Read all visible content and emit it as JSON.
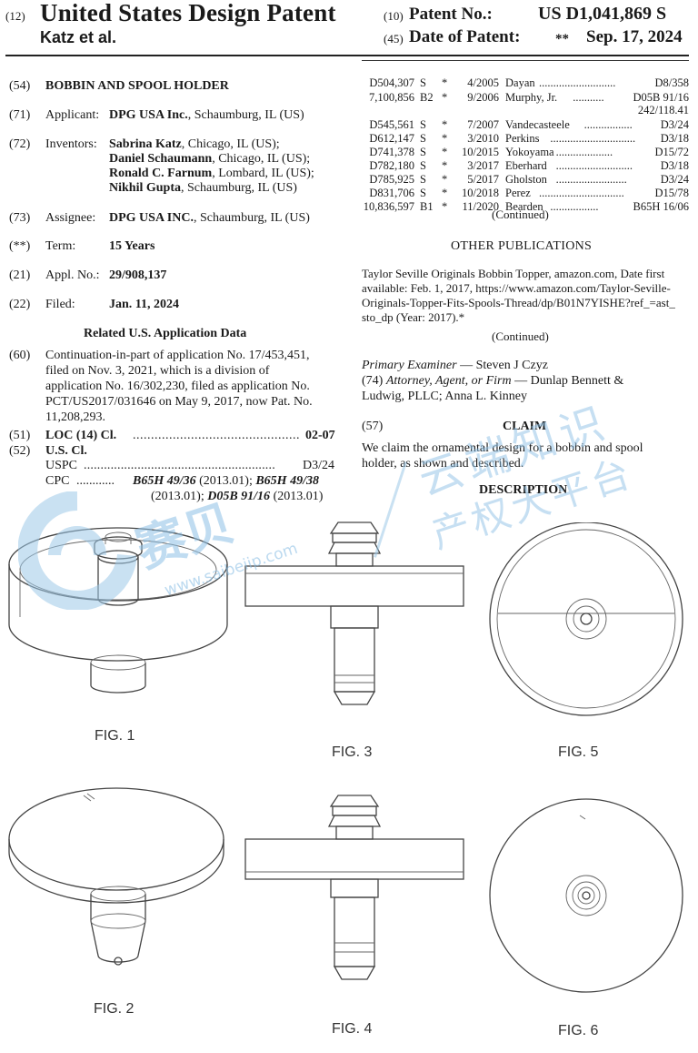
{
  "header": {
    "code12": "(12)",
    "title": "United States Design Patent",
    "code10": "(10)",
    "patent_no_label": "Patent No.:",
    "patent_no": "US D1,041,869 S",
    "inventors_short": "Katz et al.",
    "code45": "(45)",
    "date_label": "Date of Patent:",
    "date_mark": "**",
    "date": "Sep. 17, 2024"
  },
  "left": {
    "f54": {
      "code": "(54)",
      "text": "BOBBIN AND SPOOL HOLDER"
    },
    "f71": {
      "code": "(71)",
      "label": "Applicant:",
      "name": "DPG USA Inc.",
      "rest": ", Schaumburg, IL (US)"
    },
    "f72": {
      "code": "(72)",
      "label": "Inventors:",
      "lines": [
        {
          "name": "Sabrina Katz",
          "rest": ", Chicago, IL (US);"
        },
        {
          "name": "Daniel Schaumann",
          "rest": ", Chicago, IL (US);"
        },
        {
          "name": "Ronald C. Farnum",
          "rest": ", Lombard, IL (US);"
        },
        {
          "name": "Nikhil Gupta",
          "rest": ", Schaumburg, IL (US)"
        }
      ]
    },
    "f73": {
      "code": "(73)",
      "label": "Assignee:",
      "name": "DPG USA INC.",
      "rest": ", Schaumburg, IL (US)"
    },
    "fterm": {
      "code": "(**)",
      "label": "Term:",
      "value": "15 Years"
    },
    "f21": {
      "code": "(21)",
      "label": "Appl. No.:",
      "value": "29/908,137"
    },
    "f22": {
      "code": "(22)",
      "label": "Filed:",
      "value": "Jan. 11, 2024"
    },
    "related_title": "Related U.S. Application Data",
    "f60": {
      "code": "(60)",
      "lines": [
        "Continuation-in-part of application No. 17/453,451,",
        "filed on Nov. 3, 2021, which is a division of",
        "application No. 16/302,230, filed as application No.",
        "PCT/US2017/031646 on May 9, 2017, now Pat. No.",
        "11,208,293."
      ]
    },
    "f51": {
      "code": "(51)",
      "label": "LOC (14) Cl.",
      "dots": "..............................................",
      "value": "02-07"
    },
    "f52": {
      "code": "(52)",
      "label": "U.S. Cl.",
      "uspc_label": "USPC",
      "uspc_dots": ".........................................................",
      "uspc_value": "D3/24",
      "cpc_label": "CPC",
      "cpc_dots": "............",
      "cpc1": "B65H 49/36",
      "cpc1d": " (2013.01); ",
      "cpc2": "B65H 49/38",
      "cpc2d": "(2013.01); ",
      "cpc3": "D05B 91/16",
      "cpc3d": " (2013.01)"
    }
  },
  "refs": [
    {
      "num": "D504,307",
      "kind": "S",
      "star": "*",
      "date": "4/2005",
      "name": "Dayan",
      "dots": "...........................",
      "cls": "D8/358"
    },
    {
      "num": "7,100,856",
      "kind": "B2",
      "star": "*",
      "date": "9/2006",
      "name": "Murphy, Jr.",
      "dots": "...........",
      "cls": "D05B 91/16"
    },
    {
      "num": "",
      "kind": "",
      "star": "",
      "date": "",
      "name": "",
      "dots": "",
      "cls": "242/118.41"
    },
    {
      "num": "D545,561",
      "kind": "S",
      "star": "*",
      "date": "7/2007",
      "name": "Vandecasteele",
      "dots": ".................",
      "cls": "D3/24"
    },
    {
      "num": "D612,147",
      "kind": "S",
      "star": "*",
      "date": "3/2010",
      "name": "Perkins",
      "dots": "..............................",
      "cls": "D3/18"
    },
    {
      "num": "D741,378",
      "kind": "S",
      "star": "*",
      "date": "10/2015",
      "name": "Yokoyama",
      "dots": "....................",
      "cls": "D15/72"
    },
    {
      "num": "D782,180",
      "kind": "S",
      "star": "*",
      "date": "3/2017",
      "name": "Eberhard",
      "dots": "...........................",
      "cls": "D3/18"
    },
    {
      "num": "D785,925",
      "kind": "S",
      "star": "*",
      "date": "5/2017",
      "name": "Gholston",
      "dots": ".........................",
      "cls": "D3/24"
    },
    {
      "num": "D831,706",
      "kind": "S",
      "star": "*",
      "date": "10/2018",
      "name": "Perez",
      "dots": "..............................",
      "cls": "D15/78"
    },
    {
      "num": "10,836,597",
      "kind": "B1",
      "star": "*",
      "date": "11/2020",
      "name": "Bearden",
      "dots": ".................",
      "cls": "B65H 16/06"
    }
  ],
  "right": {
    "continued1": "(Continued)",
    "other_pub_title": "OTHER PUBLICATIONS",
    "pub_lines": [
      "Taylor Seville Originals Bobbin Topper, amazon.com, Date first",
      "available: Feb. 1, 2017, https://www.amazon.com/Taylor-Seville-",
      "Originals-Topper-Fits-Spools-Thread/dp/B01N7YISHE?ref_=ast_",
      "sto_dp (Year: 2017).*"
    ],
    "continued2": "(Continued)",
    "examiner_label": "Primary Examiner",
    "examiner": " — Steven J Czyz",
    "attorney_code": "(74) ",
    "attorney_label": "Attorney, Agent, or Firm",
    "attorney1": " — Dunlap Bennett &",
    "attorney2": "Ludwig, PLLC; Anna L. Kinney",
    "claim_code": "(57)",
    "claim_title": "CLAIM",
    "claim_lines": [
      "We claim the ornamental design for a bobbin and spool",
      "holder, as shown and described."
    ],
    "description_title": "DESCRIPTION"
  },
  "figures": {
    "fig1": "FIG. 1",
    "fig2": "FIG. 2",
    "fig3": "FIG. 3",
    "fig4": "FIG. 4",
    "fig5": "FIG. 5",
    "fig6": "FIG. 6"
  },
  "watermark": {
    "brand": "赛贝",
    "site": "www.saibeiip.com",
    "line1": "云端知识",
    "line2": "产权大平台"
  }
}
